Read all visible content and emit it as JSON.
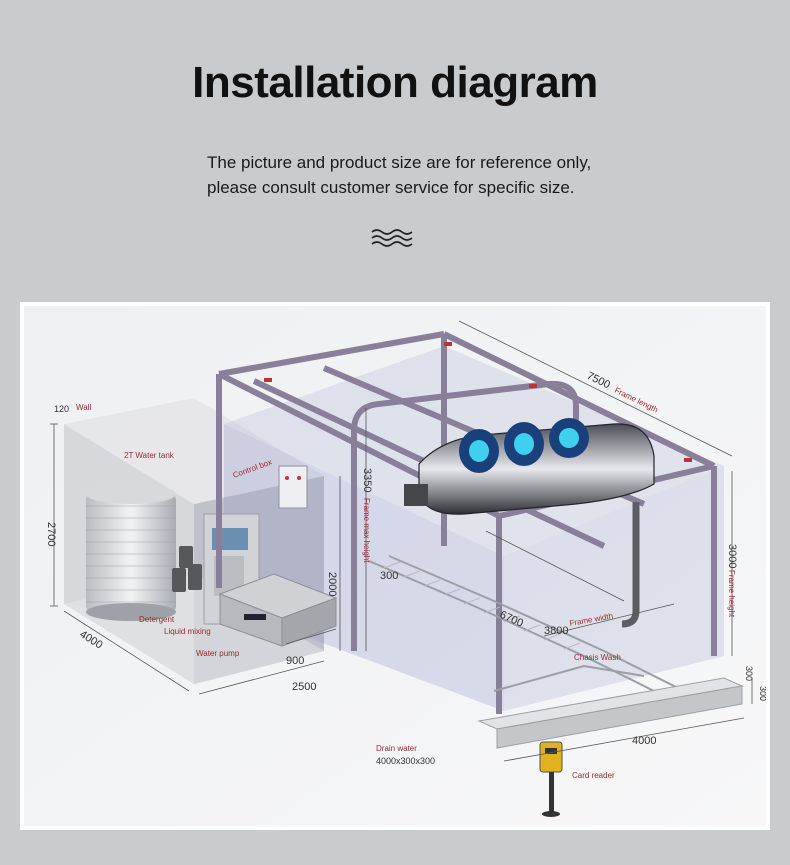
{
  "header": {
    "title": "Installation diagram",
    "subtitle_line1": "The picture and product size are for reference only,",
    "subtitle_line2": "please consult customer service for specific size."
  },
  "diagram": {
    "labels": {
      "wall": "Wall",
      "water_tank": "2T Water tank",
      "control_box": "Control box",
      "detergent": "Detergent",
      "liquid_mixing": "Liquid mixing",
      "water_pump": "Water pump",
      "frame_length": "Frame length",
      "frame_max_height": "Frame max height",
      "frame_height": "Frame height",
      "frame_width": "Frame width",
      "chasis_wash": "Chasis Wash",
      "drain_water": "Drain water",
      "drain_size": "4000x300x300",
      "card_reader": "Card reader"
    },
    "dimensions": {
      "wall_thickness": "120",
      "room_height": "2700",
      "room_depth": "4000",
      "room_width": "2500",
      "equipment_width": "900",
      "room_height_2": "2000",
      "frame_length": "7500",
      "frame_max_height": "3350",
      "frame_height": "3000",
      "frame_width": "3800",
      "inner_length": "6700",
      "track_width": "300",
      "drain_length": "4000",
      "drain_width": "300",
      "drain_height": "300"
    }
  }
}
